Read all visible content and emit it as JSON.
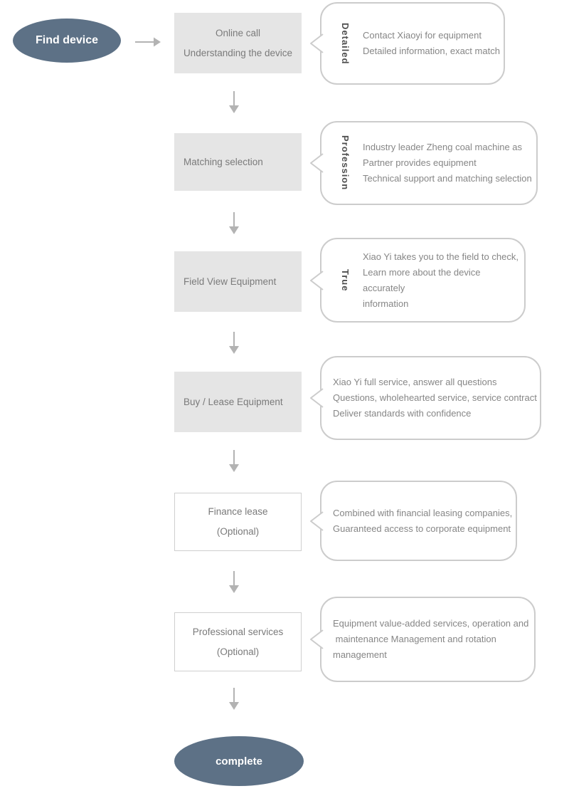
{
  "colors": {
    "node-fill": "#5d7186",
    "box-fill": "#e5e5e5",
    "box-border": "#cfcfcf",
    "bubble-border": "#cccccc",
    "text-muted": "#7a7a7a",
    "bubble-text": "#868686",
    "tag-text": "#4f4f4f",
    "arrow": "#b3b3b3"
  },
  "flow": {
    "start_label": "Find device",
    "end_label": "complete",
    "steps": [
      {
        "box_lines": [
          "Online call",
          "Understanding the device"
        ],
        "tag": "Detailed",
        "bubble_lines": [
          "Contact Xiaoyi for equipment",
          "Detailed information, exact match"
        ]
      },
      {
        "box_lines": [
          "Matching selection"
        ],
        "tag": "Profession",
        "bubble_lines": [
          "Industry leader Zheng coal machine as",
          "Partner provides equipment",
          "Technical support and matching selection"
        ]
      },
      {
        "box_lines": [
          "Field View Equipment"
        ],
        "tag": "True",
        "bubble_lines": [
          "Xiao Yi takes you to the field to check,",
          "Learn more about the device accurately",
          "information"
        ]
      },
      {
        "box_lines": [
          "Buy / Lease Equipment"
        ],
        "bubble_lines": [
          "Xiao Yi full service, answer all questions",
          "Questions, wholehearted service, service contract",
          "Deliver standards with confidence"
        ]
      },
      {
        "box_lines": [
          "Finance lease",
          "(Optional)"
        ],
        "bubble_lines": [
          "Combined with financial leasing companies,",
          "Guaranteed access to corporate equipment"
        ]
      },
      {
        "box_lines": [
          "Professional services",
          "(Optional)"
        ],
        "bubble_lines": [
          "Equipment value-added services, operation and",
          " maintenance Management and rotation",
          "management"
        ]
      }
    ]
  }
}
